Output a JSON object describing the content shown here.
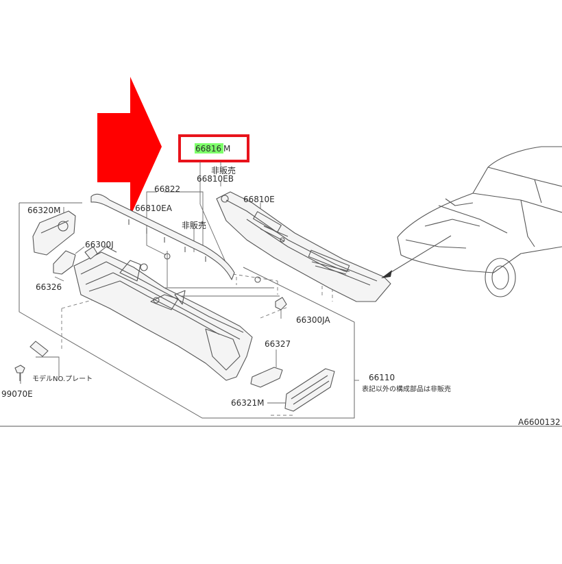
{
  "diagram": {
    "highlighted_part": {
      "number_highlight": "66816",
      "suffix": "M"
    },
    "labels": {
      "p_66810EB": "66810EB",
      "p_66822": "66822",
      "p_66810EA": "66810EA",
      "p_66810E": "66810E",
      "p_66320M": "66320M",
      "p_66300J": "66300J",
      "p_66326": "66326",
      "p_66300JA": "66300JA",
      "p_66327": "66327",
      "p_66110": "66110",
      "p_66321M": "66321M",
      "p_99070E": "99070E",
      "not_for_sale_1": "非販売",
      "not_for_sale_2": "非販売",
      "model_plate": "モデルNO.プレート",
      "note_66110": "表記以外の構成部品は非販売",
      "diagram_code": "A6600132"
    },
    "colors": {
      "arrow": "#ff0000",
      "highlight_box": "#e8131b",
      "highlight_text_bg": "#7dff6a",
      "line": "#555555"
    }
  }
}
